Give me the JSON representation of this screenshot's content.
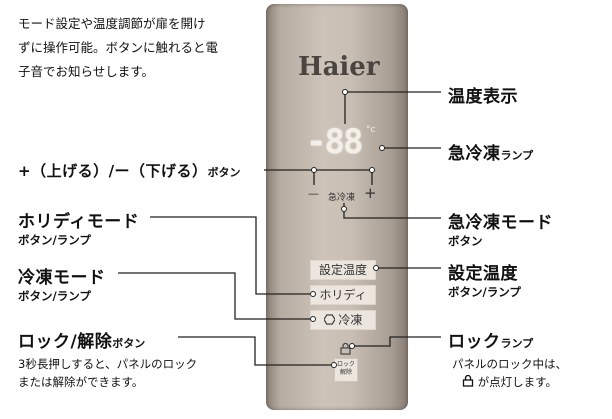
{
  "intro": "モード設定や温度調節が扉を開け\nずに操作可能。ボタンに触れると電\n子音でお知らせします。",
  "panel": {
    "logo": "Haier",
    "display": "-88",
    "degree": "°c",
    "minus": "—",
    "plus": "+",
    "rapid_freeze": "急冷凍",
    "set_temp": "設定温度",
    "holiday": "ホリディ",
    "freeze": "冷凍",
    "freeze_icon": "hexagon-icon",
    "lock_label": "ロック\n解除",
    "lock_icon": "lock-icon"
  },
  "callouts": {
    "temp_display": "温度表示",
    "rapid_lamp_main": "急冷凍",
    "rapid_lamp_suffix": "ランプ",
    "updown_main": "+（上げる）/ー（下げる）",
    "updown_suffix": "ボタン",
    "rapid_mode_main": "急冷凍モード",
    "rapid_mode_sub": "ボタン",
    "holiday_main": "ホリディモード",
    "holiday_sub": "ボタン/ランプ",
    "set_temp_main": "設定温度",
    "set_temp_sub": "ボタン/ランプ",
    "freeze_main": "冷凍モード",
    "freeze_sub": "ボタン/ランプ",
    "lock_main": "ロック/解除",
    "lock_suffix": "ボタン",
    "lock_note": "3秒長押しすると、パネルのロック\nまたは解除ができます。",
    "lock_lamp_main": "ロック",
    "lock_lamp_suffix": "ランプ",
    "lock_lamp_note1": "パネルのロック中は、",
    "lock_lamp_note2": "が点灯します。"
  },
  "colors": {
    "panel": "#c8beb3",
    "text": "#111111",
    "button": "#ece6de"
  }
}
